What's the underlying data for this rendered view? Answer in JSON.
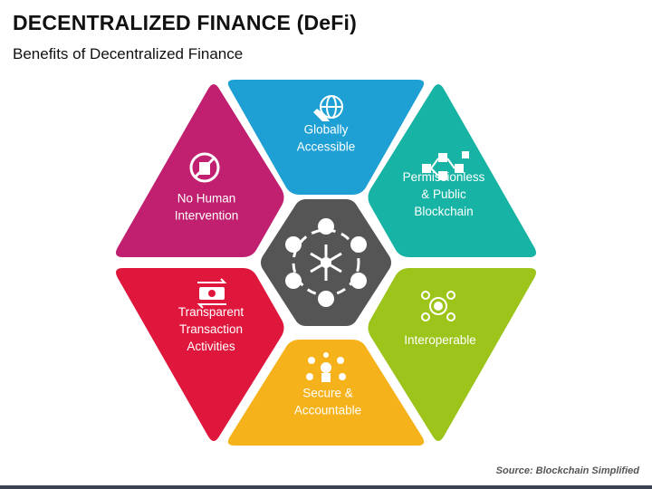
{
  "header": {
    "title": "DECENTRALIZED FINANCE (DeFi)",
    "subtitle": "Benefits of Decentralized Finance"
  },
  "segments": [
    {
      "label_lines": [
        "Globally",
        "Accessible"
      ],
      "color": "#1ea0d4",
      "icon": "hand-globe-icon"
    },
    {
      "label_lines": [
        "Permissionless",
        "& Public",
        "Blockchain"
      ],
      "color": "#17b4a6",
      "icon": "blockchain-cubes-icon"
    },
    {
      "label_lines": [
        "Interoperable"
      ],
      "color": "#9cc41b",
      "icon": "gears-icon"
    },
    {
      "label_lines": [
        "Secure &",
        "Accountable"
      ],
      "color": "#f5b21a",
      "icon": "security-network-icon"
    },
    {
      "label_lines": [
        "Transparent",
        "Transaction",
        "Activities"
      ],
      "color": "#e0173c",
      "icon": "money-exchange-icon"
    },
    {
      "label_lines": [
        "No Human",
        "Intervention"
      ],
      "color": "#c0206f",
      "icon": "no-hand-icon"
    }
  ],
  "center": {
    "color": "#555555",
    "icon": "decentralized-network-icon"
  },
  "footer": {
    "source": "Source: Blockchain Simplified"
  }
}
